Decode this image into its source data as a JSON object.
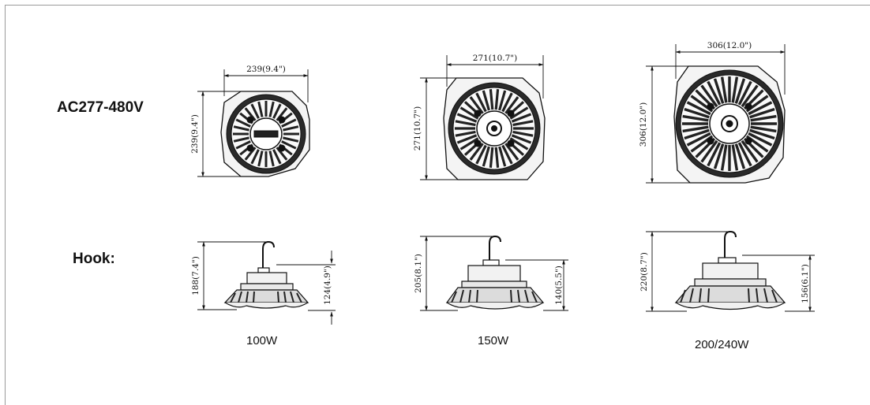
{
  "voltage_label": "AC277-480V",
  "hook_label": "Hook:",
  "models": [
    {
      "wattage": "100W",
      "top_width": "239(9.4\")",
      "top_height": "239(9.4\")",
      "side_total_height": "188(7.4\")",
      "side_body_height": "124(4.9\")"
    },
    {
      "wattage": "150W",
      "top_width": "271(10.7\")",
      "top_height": "271(10.7\")",
      "side_total_height": "205(8.1\")",
      "side_body_height": "140(5.5\")"
    },
    {
      "wattage": "200/240W",
      "top_width": "306(12.0\")",
      "top_height": "306(12.0\")",
      "side_total_height": "220(8.7\")",
      "side_body_height": "156(6.1\")"
    }
  ]
}
